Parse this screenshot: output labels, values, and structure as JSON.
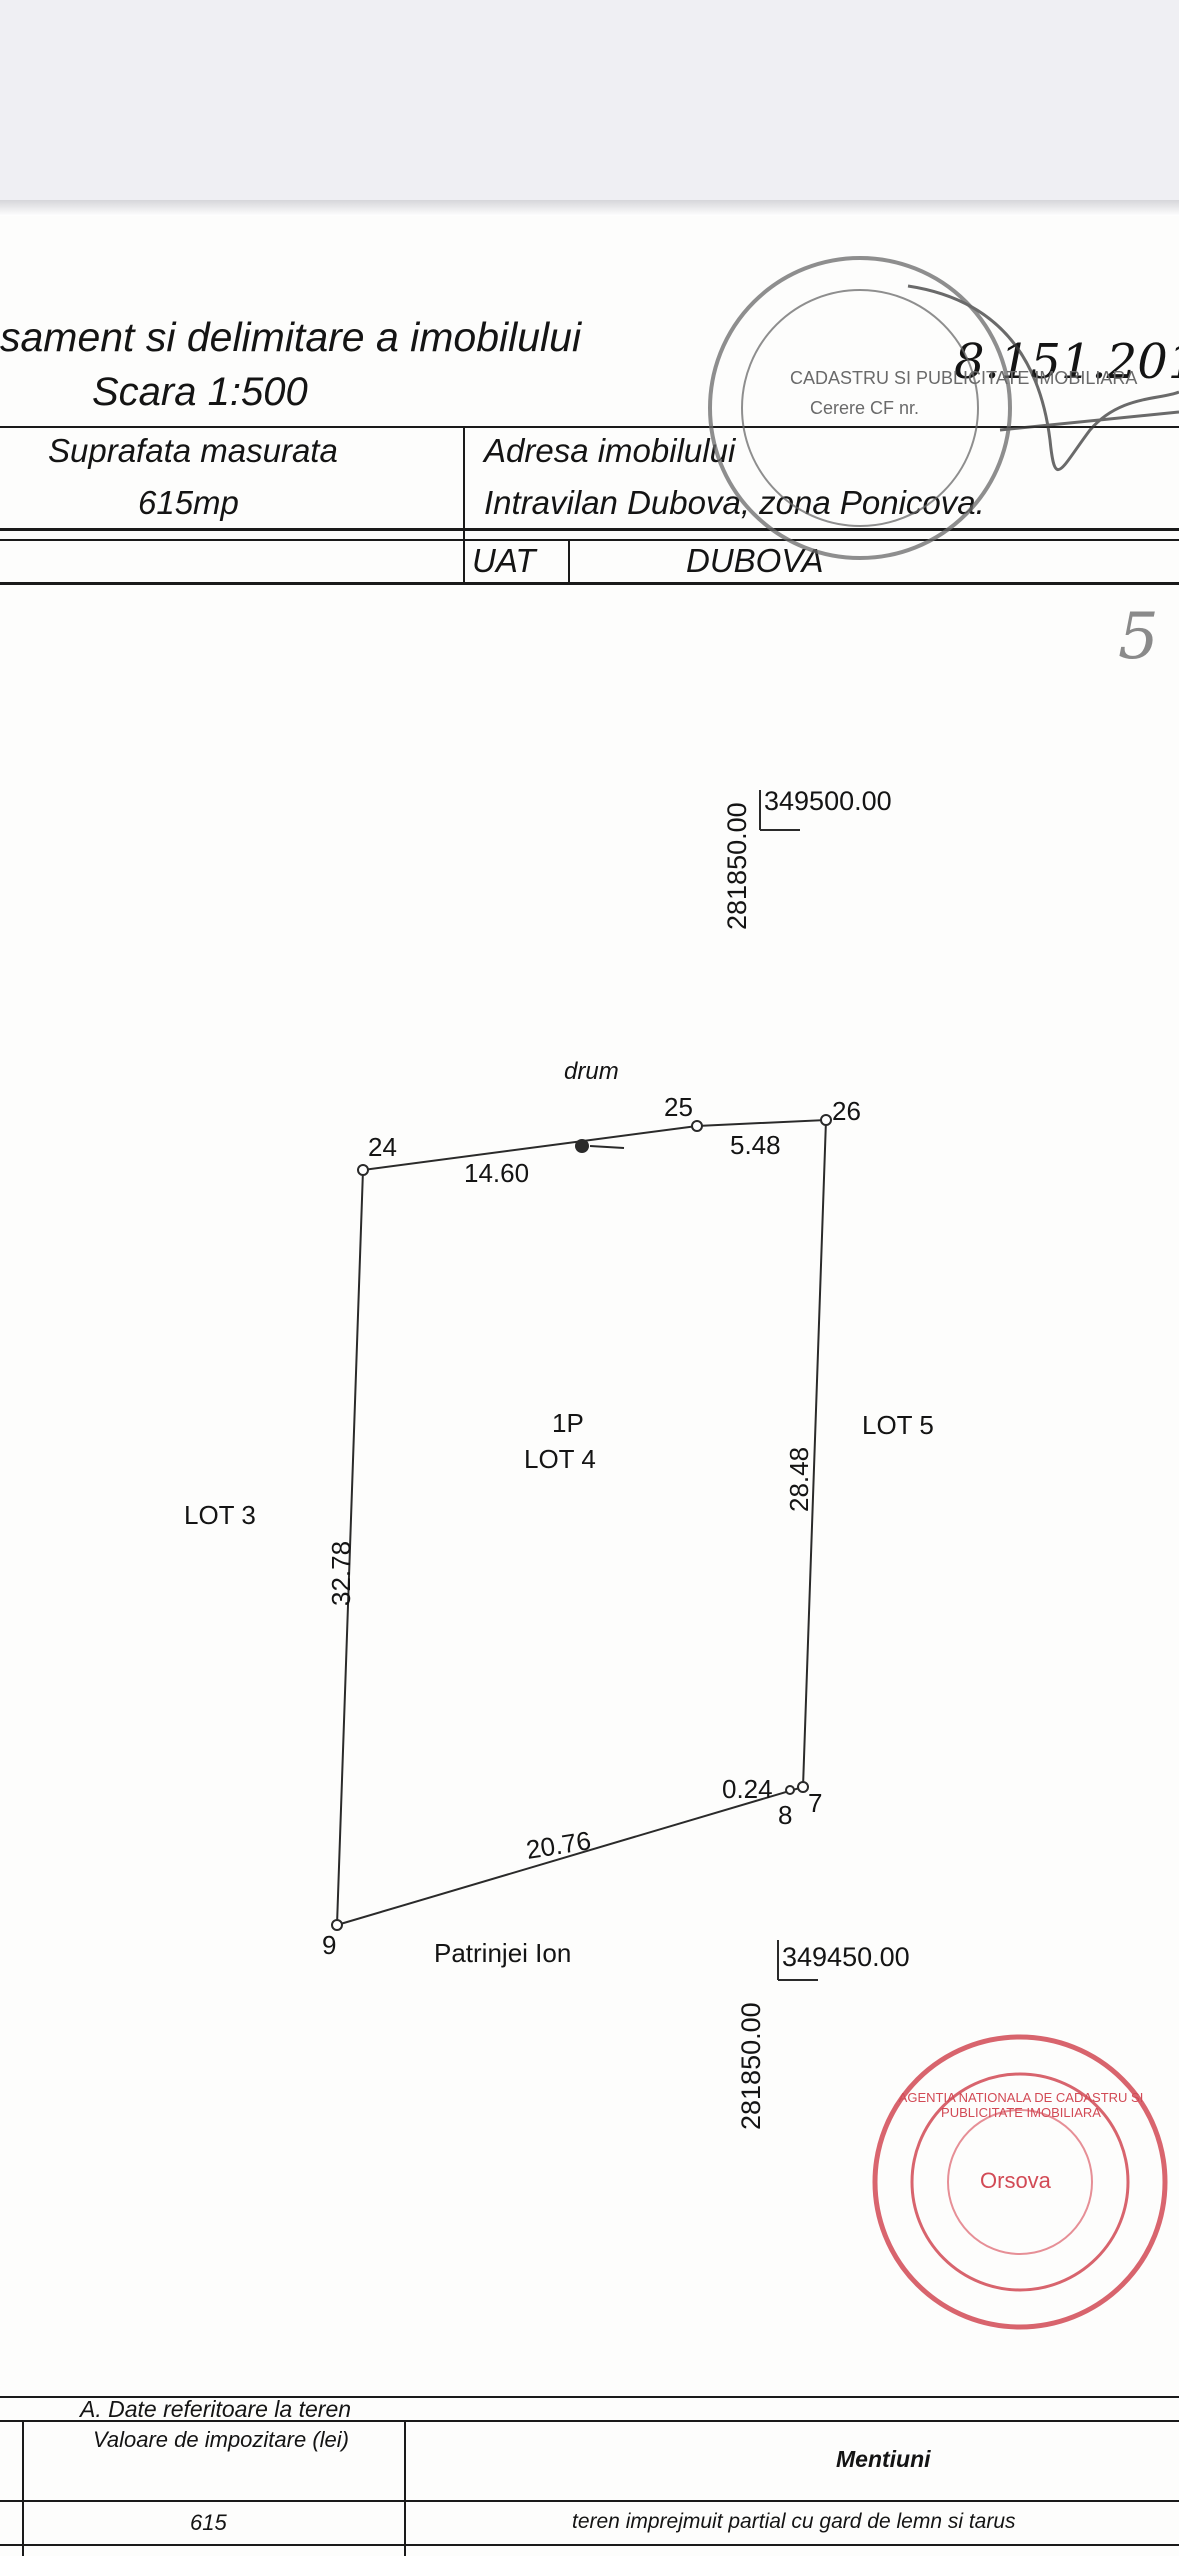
{
  "header": {
    "title": "sament si delimitare a imobilului",
    "scale": "Scara 1:500",
    "measured_area_label": "Suprafata masurata",
    "measured_area_value": "615mp",
    "address_label": "Adresa imobilului",
    "address_value": "Intravilan Dubova, zona Ponicova.",
    "uat_label": "UAT",
    "uat_value": "DUBOVA",
    "handwritten_date": "8.151.201",
    "page_number": "5"
  },
  "plan": {
    "grid_top_x": "349500.00",
    "grid_top_y": "281850.00",
    "grid_bottom_x": "349450.00",
    "grid_bottom_y": "281850.00",
    "road_label": "drum",
    "parcel_number": "1P",
    "lot_center": "LOT 4",
    "lot_left": "LOT 3",
    "lot_right": "LOT 5",
    "neighbor_south": "Patrinjei Ion",
    "points": {
      "p24": "24",
      "p25": "25",
      "p26": "26",
      "p7": "7",
      "p8": "8",
      "p9": "9"
    },
    "distances": {
      "d_24_25": "14.60",
      "d_25_26": "5.48",
      "d_26_7": "28.48",
      "d_7_8": "0.24",
      "d_8_9": "20.76",
      "d_9_24": "32.78"
    }
  },
  "stamps": {
    "top_stamp_text": "CADASTRU SI PUBLICITATE IMOBILIARA",
    "top_stamp_sub": "Cerere CF nr.",
    "red_stamp_text": "AGENTIA NATIONALA DE CADASTRU SI PUBLICITATE IMOBILIARA",
    "red_stamp_center": "Orsova"
  },
  "table": {
    "section_title": "A. Date referitoare la teren",
    "col_value_label": "Valoare de impozitare (lei)",
    "col_mentions_label": "Mentiuni",
    "row_value": "615",
    "row_mention": "teren imprejmuit partial cu gard de lemn si tarus"
  },
  "colors": {
    "ink": "#141414",
    "stamp_gray": "#6a6a6a",
    "stamp_red": "#d24a55",
    "topbar": "#efeff3"
  }
}
